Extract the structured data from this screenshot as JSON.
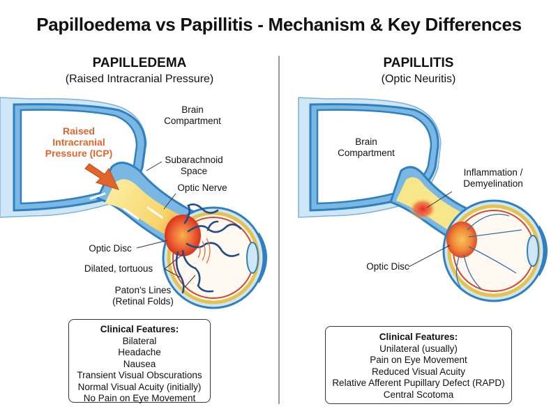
{
  "title": "Papilloedema vs Papillitis - Mechanism & Key Differences",
  "left": {
    "heading": "PAPILLEDEMA",
    "subheading": "(Raised Intracranial Pressure)",
    "labels": {
      "brain": "Brain Compartment",
      "icp": "Raised Intracranial Pressure (ICP)",
      "subarachnoid": "Subarachnoid Space",
      "optic_nerve": "Optic Nerve",
      "optic_disc": "Optic Disc",
      "dilated": "Dilated, tortuous",
      "paton": "Paton's Lines (Retinal Folds)"
    },
    "features_title": "Clinical Features:",
    "features": [
      "Bilateral",
      "Headache",
      "Nausea",
      "Transient Visual Obscurations",
      "Normal Visual Acuity (initially)",
      "No Pain on Eye Movement"
    ]
  },
  "right": {
    "heading": "PAPILLITIS",
    "subheading": "(Optic Neuritis)",
    "labels": {
      "brain": "Brain Compartment",
      "inflammation": "Inflammation / Demyelination",
      "optic_disc": "Optic Disc"
    },
    "features_title": "Clinical Features:",
    "features": [
      "Unilateral (usually)",
      "Pain on Eye Movement",
      "Reduced Visual Acuity",
      "Relative Afferent Pupillary Defect (RAPD)",
      "Central Scotoma"
    ]
  },
  "colors": {
    "csf_blue": "#2f7fc1",
    "csf_light": "#cfe6f6",
    "nerve_yellow": "#f7e68a",
    "inflamed_red": "#e8452a",
    "icp_orange": "#e0652a"
  }
}
